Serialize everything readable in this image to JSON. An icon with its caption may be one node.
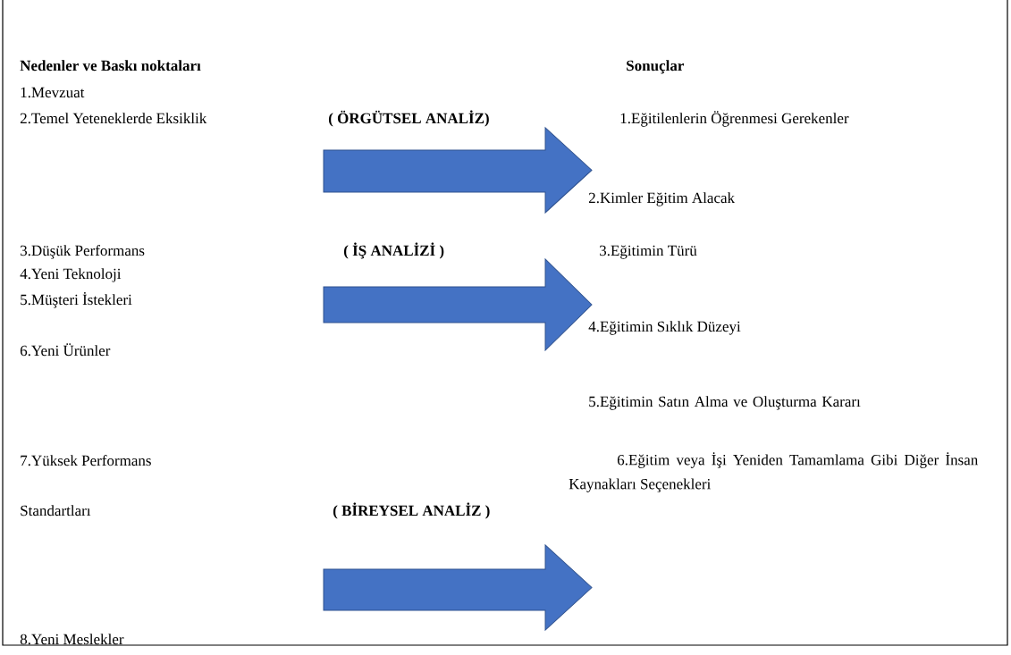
{
  "diagram": {
    "labels": [
      "Nedenler ve Baskı noktaları",
      "Sonuçlar",
      "1.Mevzuat",
      "2.Temel Yeteneklerde Eksiklik",
      "( ÖRGÜTSEL ANALİZ)",
      "1.Eğitilenlerin Öğrenmesi Gerekenler",
      "2.Kimler Eğitim Alacak",
      "3.Düşük Performans",
      "( İŞ ANALİZİ )",
      "3.Eğitimin Türü",
      "4.Yeni Teknoloji",
      "5.Müşteri İstekleri",
      "4.Eğitimin Sıklık Düzeyi",
      "6.Yeni Ürünler",
      "5.Eğitimin Satın Alma ve Oluşturma Kararı",
      "7.Yüksek Performans",
      "6.Eğitim veya İşi Yeniden Tamamlama Gibi Diğer İnsan Kaynakları Seçenekleri",
      "Standartları",
      "( BİREYSEL ANALİZ )",
      "8.Yeni Meslekler"
    ]
  }
}
